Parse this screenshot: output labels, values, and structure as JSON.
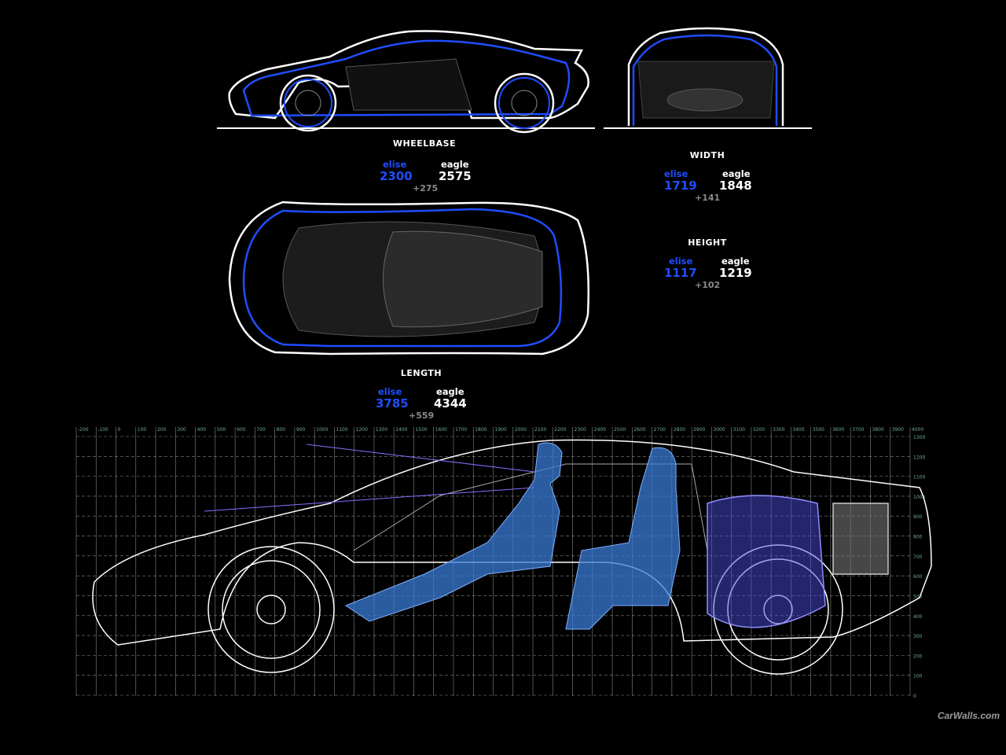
{
  "colors": {
    "elise": "#1f4dff",
    "eagle": "#ffffff",
    "difference": "#8a8a8a",
    "grid": "#bfbfbf",
    "mannequin": "#3a7bd5"
  },
  "measurements": {
    "wheelbase": {
      "title": "WHEELBASE",
      "elise_label": "elise",
      "elise": "2300",
      "eagle_label": "eagle",
      "eagle": "2575",
      "diff": "+275"
    },
    "width": {
      "title": "WIDTH",
      "elise_label": "elise",
      "elise": "1719",
      "eagle_label": "eagle",
      "eagle": "1848",
      "diff": "+141"
    },
    "height": {
      "title": "HEIGHT",
      "elise_label": "elise",
      "elise": "1117",
      "eagle_label": "eagle",
      "eagle": "1219",
      "diff": "+102"
    },
    "length": {
      "title": "LENGTH",
      "elise_label": "elise",
      "elise": "3785",
      "eagle_label": "eagle",
      "eagle": "4344",
      "diff": "+559"
    }
  },
  "grid": {
    "x_ticks": [
      -200,
      -100,
      0,
      100,
      200,
      300,
      400,
      500,
      600,
      700,
      800,
      900,
      1000,
      1100,
      1200,
      1300,
      1400,
      1500,
      1600,
      1700,
      1800,
      1900,
      2000,
      2100,
      2200,
      2300,
      2400,
      2500,
      2600,
      2700,
      2800,
      2900,
      3000,
      3100,
      3200,
      3300,
      3400,
      3500,
      3600,
      3700,
      3800,
      3900,
      4000
    ],
    "y_ticks": [
      1300,
      1200,
      1100,
      1000,
      900,
      800,
      700,
      600,
      500,
      400,
      300,
      200,
      100,
      0
    ]
  },
  "icons": [
    "side-view-car",
    "front-view-car",
    "top-view-car",
    "cutaway-car",
    "driver-mannequin",
    "passenger-mannequin"
  ],
  "watermark": "CarWalls.com"
}
